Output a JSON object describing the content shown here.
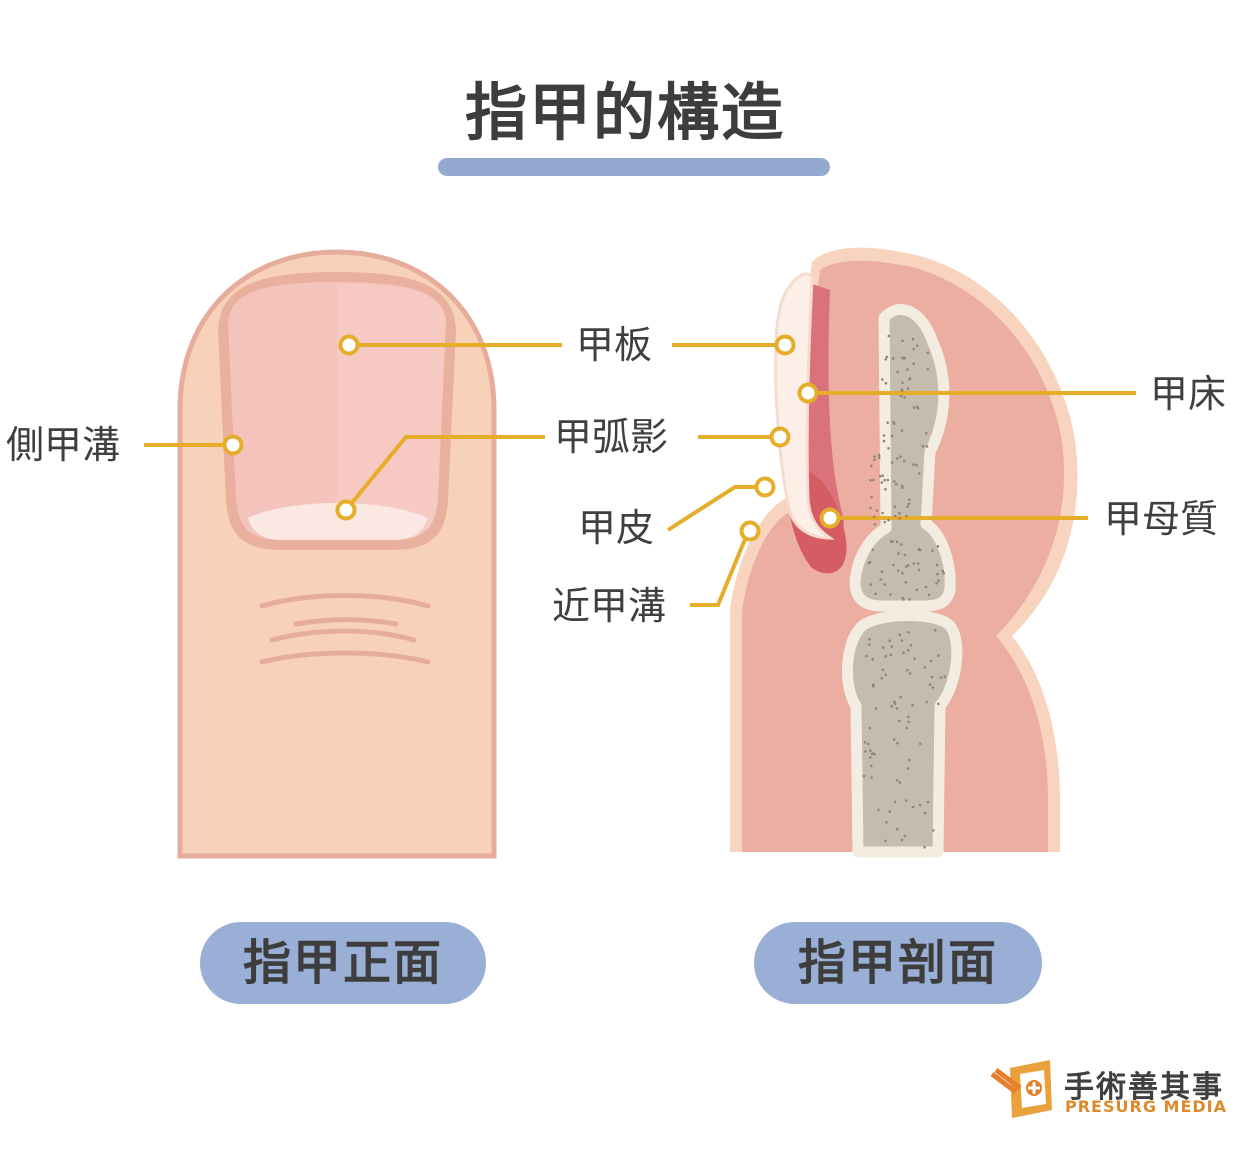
{
  "title": "指甲的構造",
  "views": {
    "front": "指甲正面",
    "section": "指甲剖面"
  },
  "labels": {
    "nail_plate": "甲板",
    "lateral_fold": "側甲溝",
    "lunula": "甲弧影",
    "cuticle": "甲皮",
    "proximal_fold": "近甲溝",
    "nail_bed": "甲床",
    "matrix": "甲母質"
  },
  "brand": {
    "cn": "手術善其事",
    "en": "PRESURG MEDIA"
  },
  "colors": {
    "title_bar": "#94a9cf",
    "pill": "#9aafd5",
    "leader": "#e5ad2a",
    "skin": "#f7d2b9",
    "skin_outline": "#e7ad9c",
    "nail": "#f4c4bc",
    "section_flesh": "#ebaea0",
    "bone": "#c5bcae",
    "matrix_red": "#d45c62",
    "brand_orange": "#dd8a2b"
  }
}
